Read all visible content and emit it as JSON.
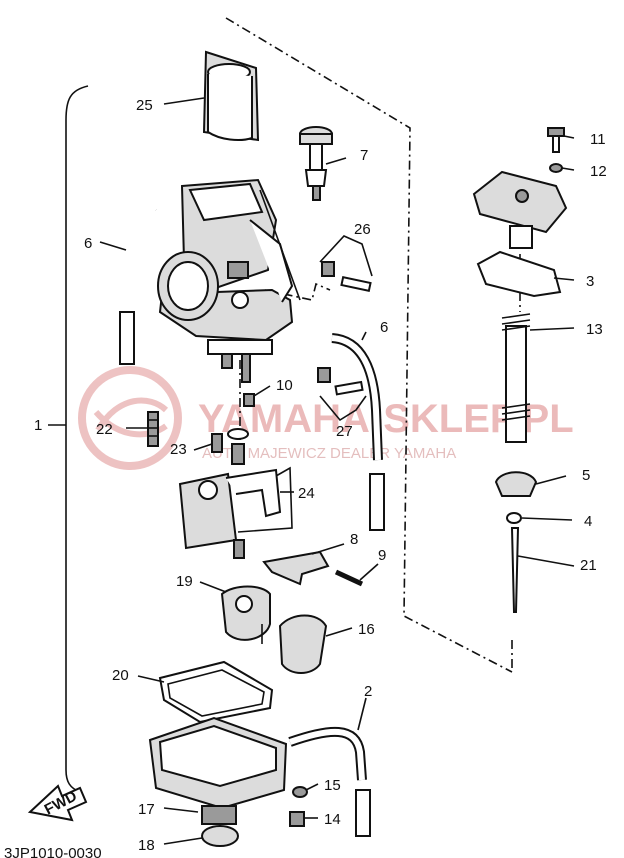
{
  "diagram": {
    "callouts": [
      {
        "id": "1",
        "label": "1"
      },
      {
        "id": "2",
        "label": "2"
      },
      {
        "id": "3",
        "label": "3"
      },
      {
        "id": "4",
        "label": "4"
      },
      {
        "id": "5",
        "label": "5"
      },
      {
        "id": "6a",
        "label": "6"
      },
      {
        "id": "6b",
        "label": "6"
      },
      {
        "id": "7",
        "label": "7"
      },
      {
        "id": "8",
        "label": "8"
      },
      {
        "id": "9",
        "label": "9"
      },
      {
        "id": "10",
        "label": "10"
      },
      {
        "id": "11",
        "label": "11"
      },
      {
        "id": "12",
        "label": "12"
      },
      {
        "id": "13",
        "label": "13"
      },
      {
        "id": "14",
        "label": "14"
      },
      {
        "id": "15",
        "label": "15"
      },
      {
        "id": "16",
        "label": "16"
      },
      {
        "id": "17",
        "label": "17"
      },
      {
        "id": "18",
        "label": "18"
      },
      {
        "id": "19",
        "label": "19"
      },
      {
        "id": "20",
        "label": "20"
      },
      {
        "id": "21",
        "label": "21"
      },
      {
        "id": "22",
        "label": "22"
      },
      {
        "id": "23",
        "label": "23"
      },
      {
        "id": "24",
        "label": "24"
      },
      {
        "id": "25",
        "label": "25"
      },
      {
        "id": "26",
        "label": "26"
      },
      {
        "id": "27",
        "label": "27"
      }
    ],
    "fwd_label": "FWD",
    "footer_code": "3JP1010-0030",
    "watermark": {
      "title": "YAMAHA-SKLEP.PL",
      "subtitle": "AUTO MAJEWICZ DEALER YAMAHA"
    }
  }
}
